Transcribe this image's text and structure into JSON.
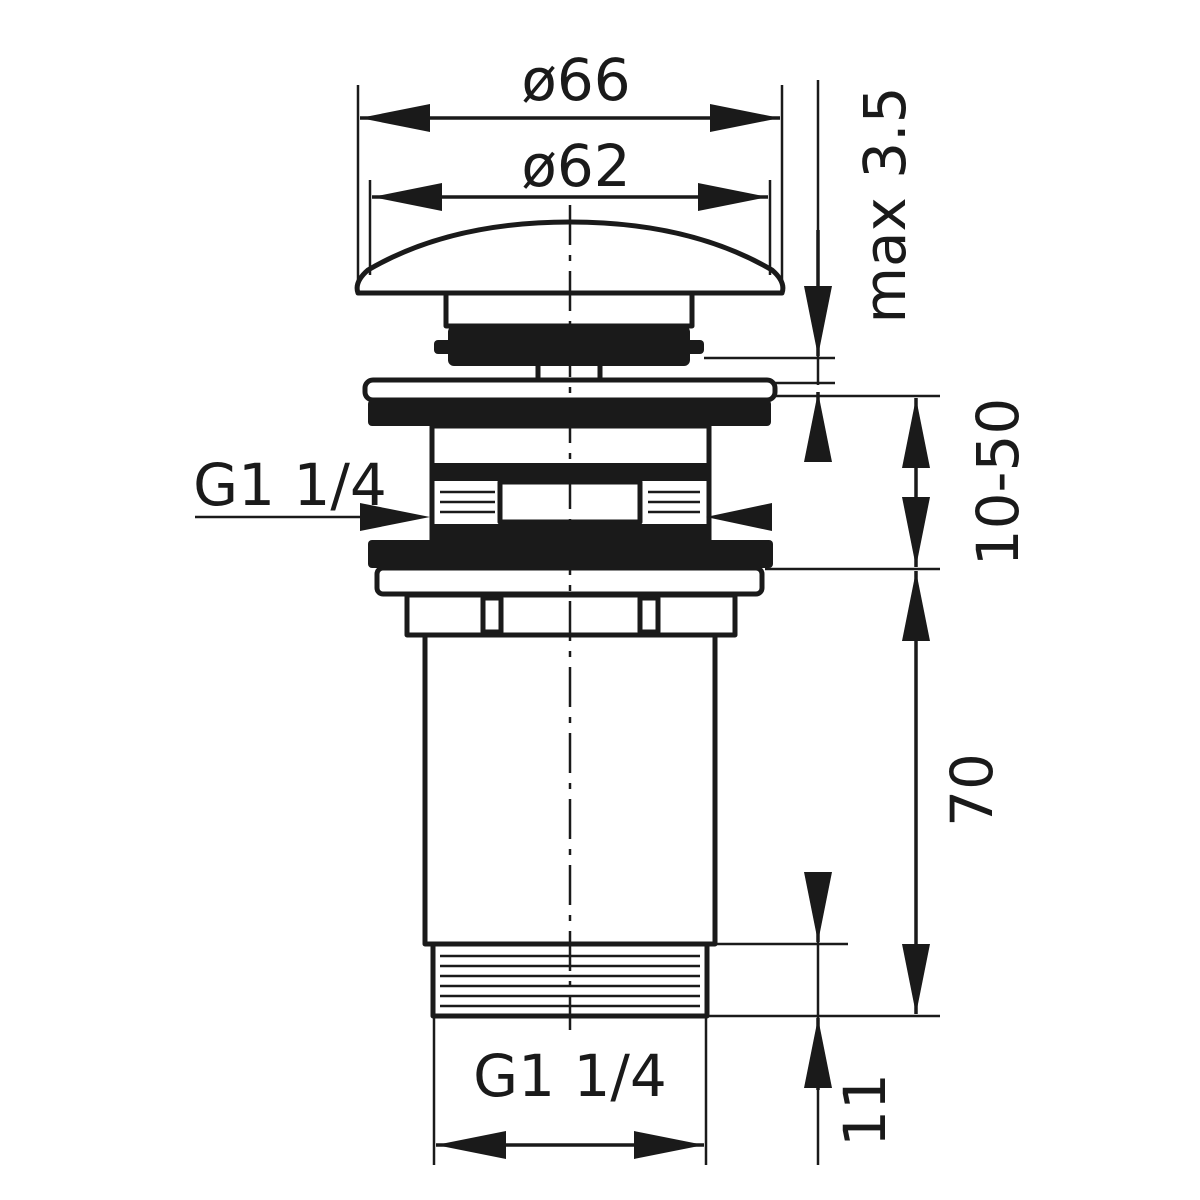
{
  "drawing": {
    "dimensions": {
      "outer_diameter": "ø66",
      "cap_diameter": "ø62",
      "cap_clearance": "max 3.5",
      "clamp_range": "10-50",
      "body_length": "70",
      "thread_length": "11",
      "side_thread": "G1 1/4",
      "bottom_thread": "G1 1/4"
    },
    "colors": {
      "ink": "#1a1a1a",
      "paper": "#ffffff"
    }
  }
}
